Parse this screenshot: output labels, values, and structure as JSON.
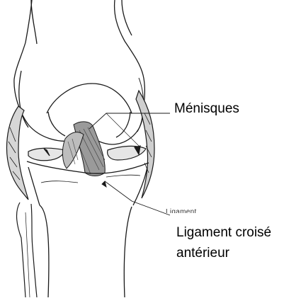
{
  "labels": {
    "menisques": "Ménisques",
    "ligament_croise_line1": "Ligament croisé",
    "ligament_croise_line2": "antérieur",
    "ligament_small": "Ligament"
  },
  "colors": {
    "ink": "#1a1a1a",
    "background": "#ffffff",
    "shading": "#555555"
  }
}
